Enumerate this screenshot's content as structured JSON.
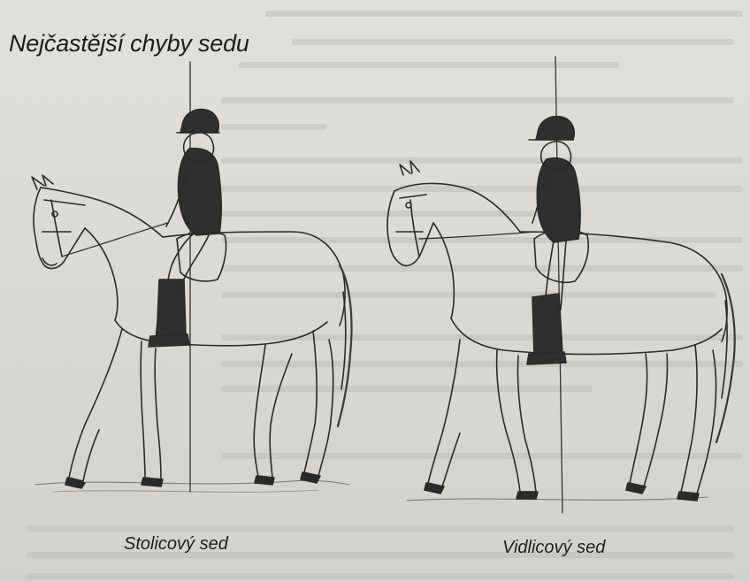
{
  "heading": "Nejčastější chyby sedu",
  "figures": [
    {
      "caption": "Stolicový sed"
    },
    {
      "caption": "Vidlicový sed"
    }
  ]
}
